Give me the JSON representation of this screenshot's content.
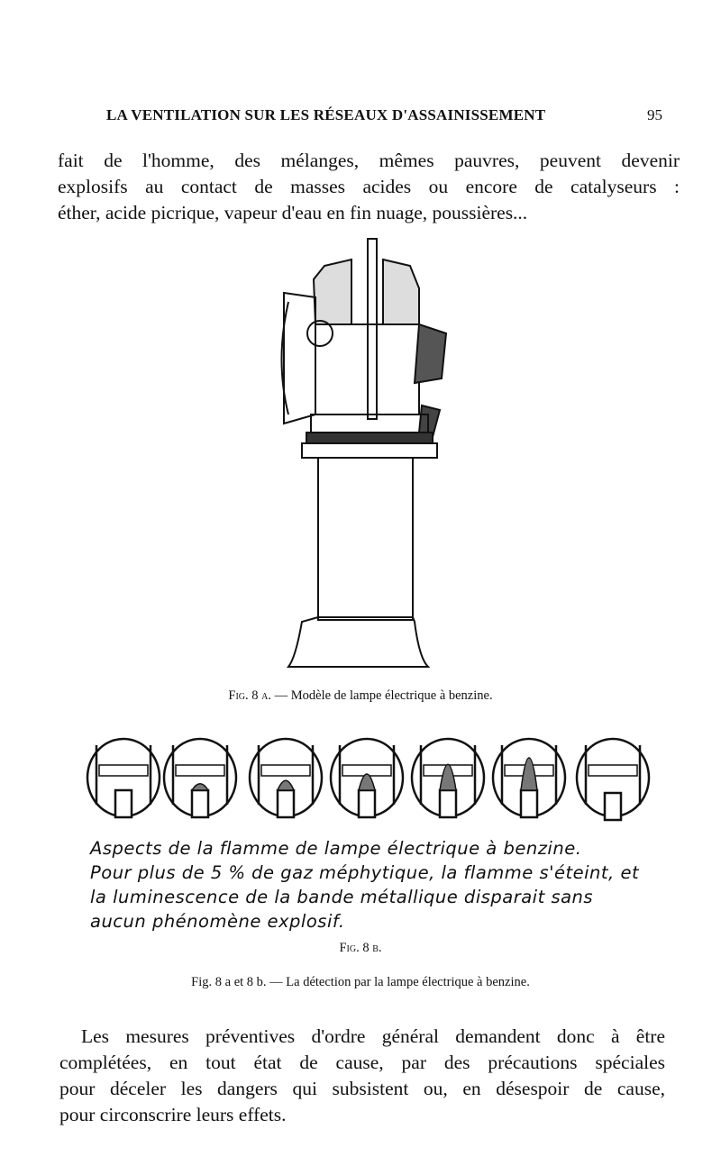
{
  "header": {
    "running_title": "LA VENTILATION SUR LES RÉSEAUX D'ASSAINISSEMENT",
    "page_number": "95"
  },
  "paragraph1": [
    "fait de l'homme, des mélanges, mêmes pauvres, peuvent devenir",
    "explosifs au contact de masses acides ou encore de catalyseurs :",
    "éther, acide picrique, vapeur d'eau en fin nuage, poussières..."
  ],
  "fig8a": {
    "label": "Fig. 8 a.",
    "caption": "— Modèle de lampe électrique à benzine."
  },
  "fig8b": {
    "handwritten": [
      "Aspects de la flamme de lampe électrique à benzine.",
      "Pour plus de 5 % de gaz méphytique, la flamme s'éteint, et",
      "la luminescence de la bande métallique disparait sans",
      "aucun phénomène explosif."
    ],
    "label": "Fig. 8 b."
  },
  "fig_combined": {
    "caption": "Fig. 8 a et 8 b. — La détection par la lampe électrique à benzine."
  },
  "paragraph2": [
    "Les mesures préventives d'ordre général demandent donc à être",
    "complétées, en tout état de cause, par des précautions spéciales",
    "pour déceler les dangers qui subsistent ou, en désespoir de cause,",
    "pour circonscrire leurs effets."
  ]
}
